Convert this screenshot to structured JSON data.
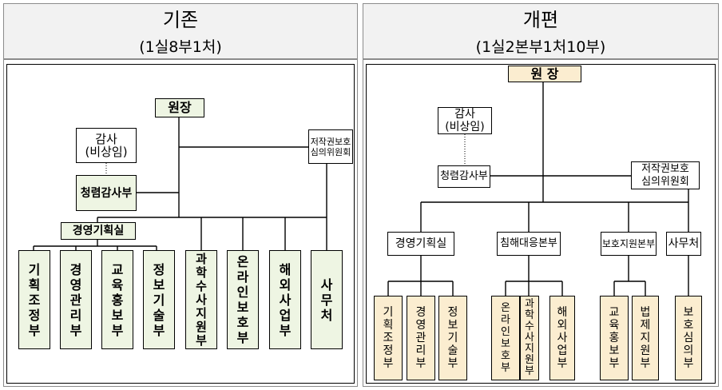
{
  "old": {
    "title": "기존",
    "subtitle": "(1실8부1처)",
    "head": "원장",
    "auditor_line1": "감사",
    "auditor_line2": "(비상임)",
    "audit_office": "청렴감사부",
    "committee_line1": "저작권보호",
    "committee_line2": "심의위원회",
    "planning": "경영기획실",
    "depts": [
      "기획조정부",
      "경영관리부",
      "교육홍보부",
      "정보기술부",
      "과학수사지원부",
      "온라인보호부",
      "해외사업부",
      "사무처"
    ]
  },
  "new": {
    "title": "개편",
    "subtitle": "(1실2본부1처10부)",
    "head": "원 장",
    "auditor_line1": "감사",
    "auditor_line2": "(비상임)",
    "audit_office": "청렴감사부",
    "committee_line1": "저작권보호",
    "committee_line2": "심의위원회",
    "divisions": [
      "경영기획실",
      "침해대응본부",
      "보호지원본부",
      "사무처"
    ],
    "depts": [
      "기획조정부",
      "경영관리부",
      "정보기술부",
      "온라인보호부",
      "과학수사지원부",
      "해외사업부",
      "교육홍보부",
      "법제지원부",
      "보호심의부"
    ]
  }
}
